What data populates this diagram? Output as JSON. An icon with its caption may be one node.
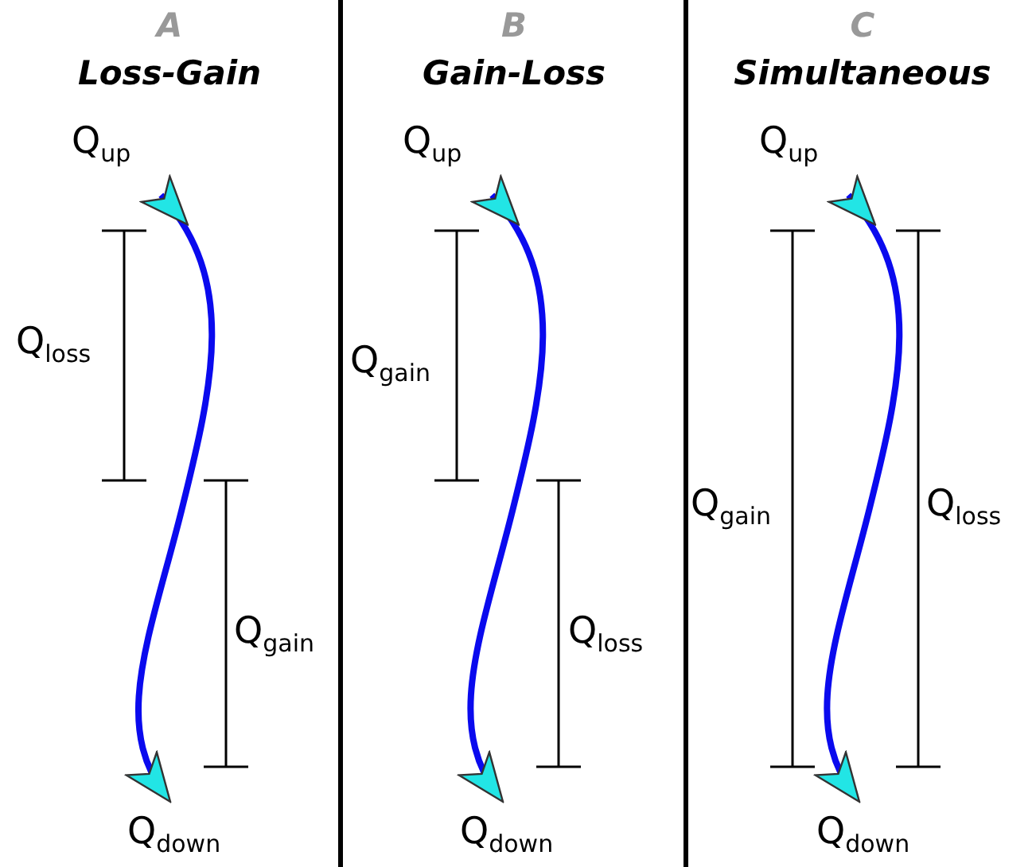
{
  "diagram": {
    "nodes": [
      {
        "text": [
          "A",
          "Loss-Gain"
        ]
      },
      {
        "text": [
          "Q$_{up}$"
        ],
        "in": 0
      },
      {
        "text": [
          "Q$_{down}$"
        ],
        "in": 0
      },
      {
        "text": [
          "B",
          "Gain-Loss"
        ]
      },
      {
        "text": [
          "Q$_{up}$"
        ],
        "in": 3
      },
      {
        "text": [
          "Q$_{down}$"
        ],
        "in": 3
      },
      {
        "text": [
          "C",
          "Simultaneous"
        ]
      },
      {
        "text": [
          "Q$_{up}$"
        ],
        "in": 6
      },
      {
        "text": [
          "Q$_{down}$"
        ],
        "in": 6
      }
    ],
    "edges": [
      {
        "from": 1,
        "to": 2,
        "arrow": "to"
      },
      {
        "from": 4,
        "to": 5,
        "arrow": "to"
      },
      {
        "from": 7,
        "to": 8,
        "arrow": "to"
      }
    ],
    "labels": [
      "Q$_{loss}$",
      "Q$_{gain}$",
      "Q$_{gain}$",
      "Q$_{loss}$",
      "Q$_{gain}$",
      "Q$_{loss}$"
    ]
  }
}
